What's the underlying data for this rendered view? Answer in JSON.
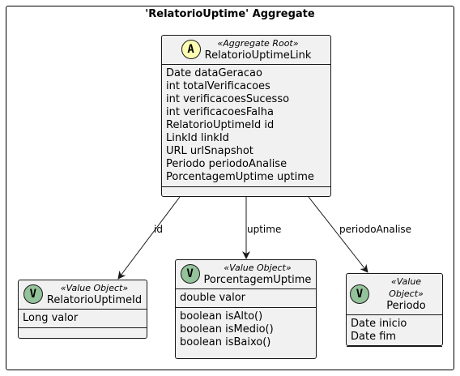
{
  "package": {
    "title": "'RelatorioUptime' Aggregate"
  },
  "classes": {
    "root": {
      "stereotype": "«Aggregate Root»",
      "name": "RelatorioUptimeLink",
      "badge": "A",
      "fields": [
        "Date dataGeracao",
        "int totalVerificacoes",
        "int verificacoesSucesso",
        "int verificacoesFalha",
        "RelatorioUptimeId id",
        "LinkId linkId",
        "URL urlSnapshot",
        "Periodo periodoAnalise",
        "PorcentagemUptime uptime"
      ]
    },
    "relatorioId": {
      "stereotype": "«Value Object»",
      "name": "RelatorioUptimeId",
      "badge": "V",
      "fields": [
        "Long valor"
      ]
    },
    "porcentagem": {
      "stereotype": "«Value Object»",
      "name": "PorcentagemUptime",
      "badge": "V",
      "fields": [
        "double valor"
      ],
      "methods": [
        "boolean isAlto()",
        "boolean isMedio()",
        "boolean isBaixo()"
      ]
    },
    "periodo": {
      "stereotype": "«Value Object»",
      "name": "Periodo",
      "badge": "V",
      "fields": [
        "Date inicio",
        "Date fim"
      ]
    }
  },
  "edges": {
    "id": {
      "label": "id"
    },
    "uptime": {
      "label": "uptime"
    },
    "periodo": {
      "label": "periodoAnalise"
    }
  }
}
